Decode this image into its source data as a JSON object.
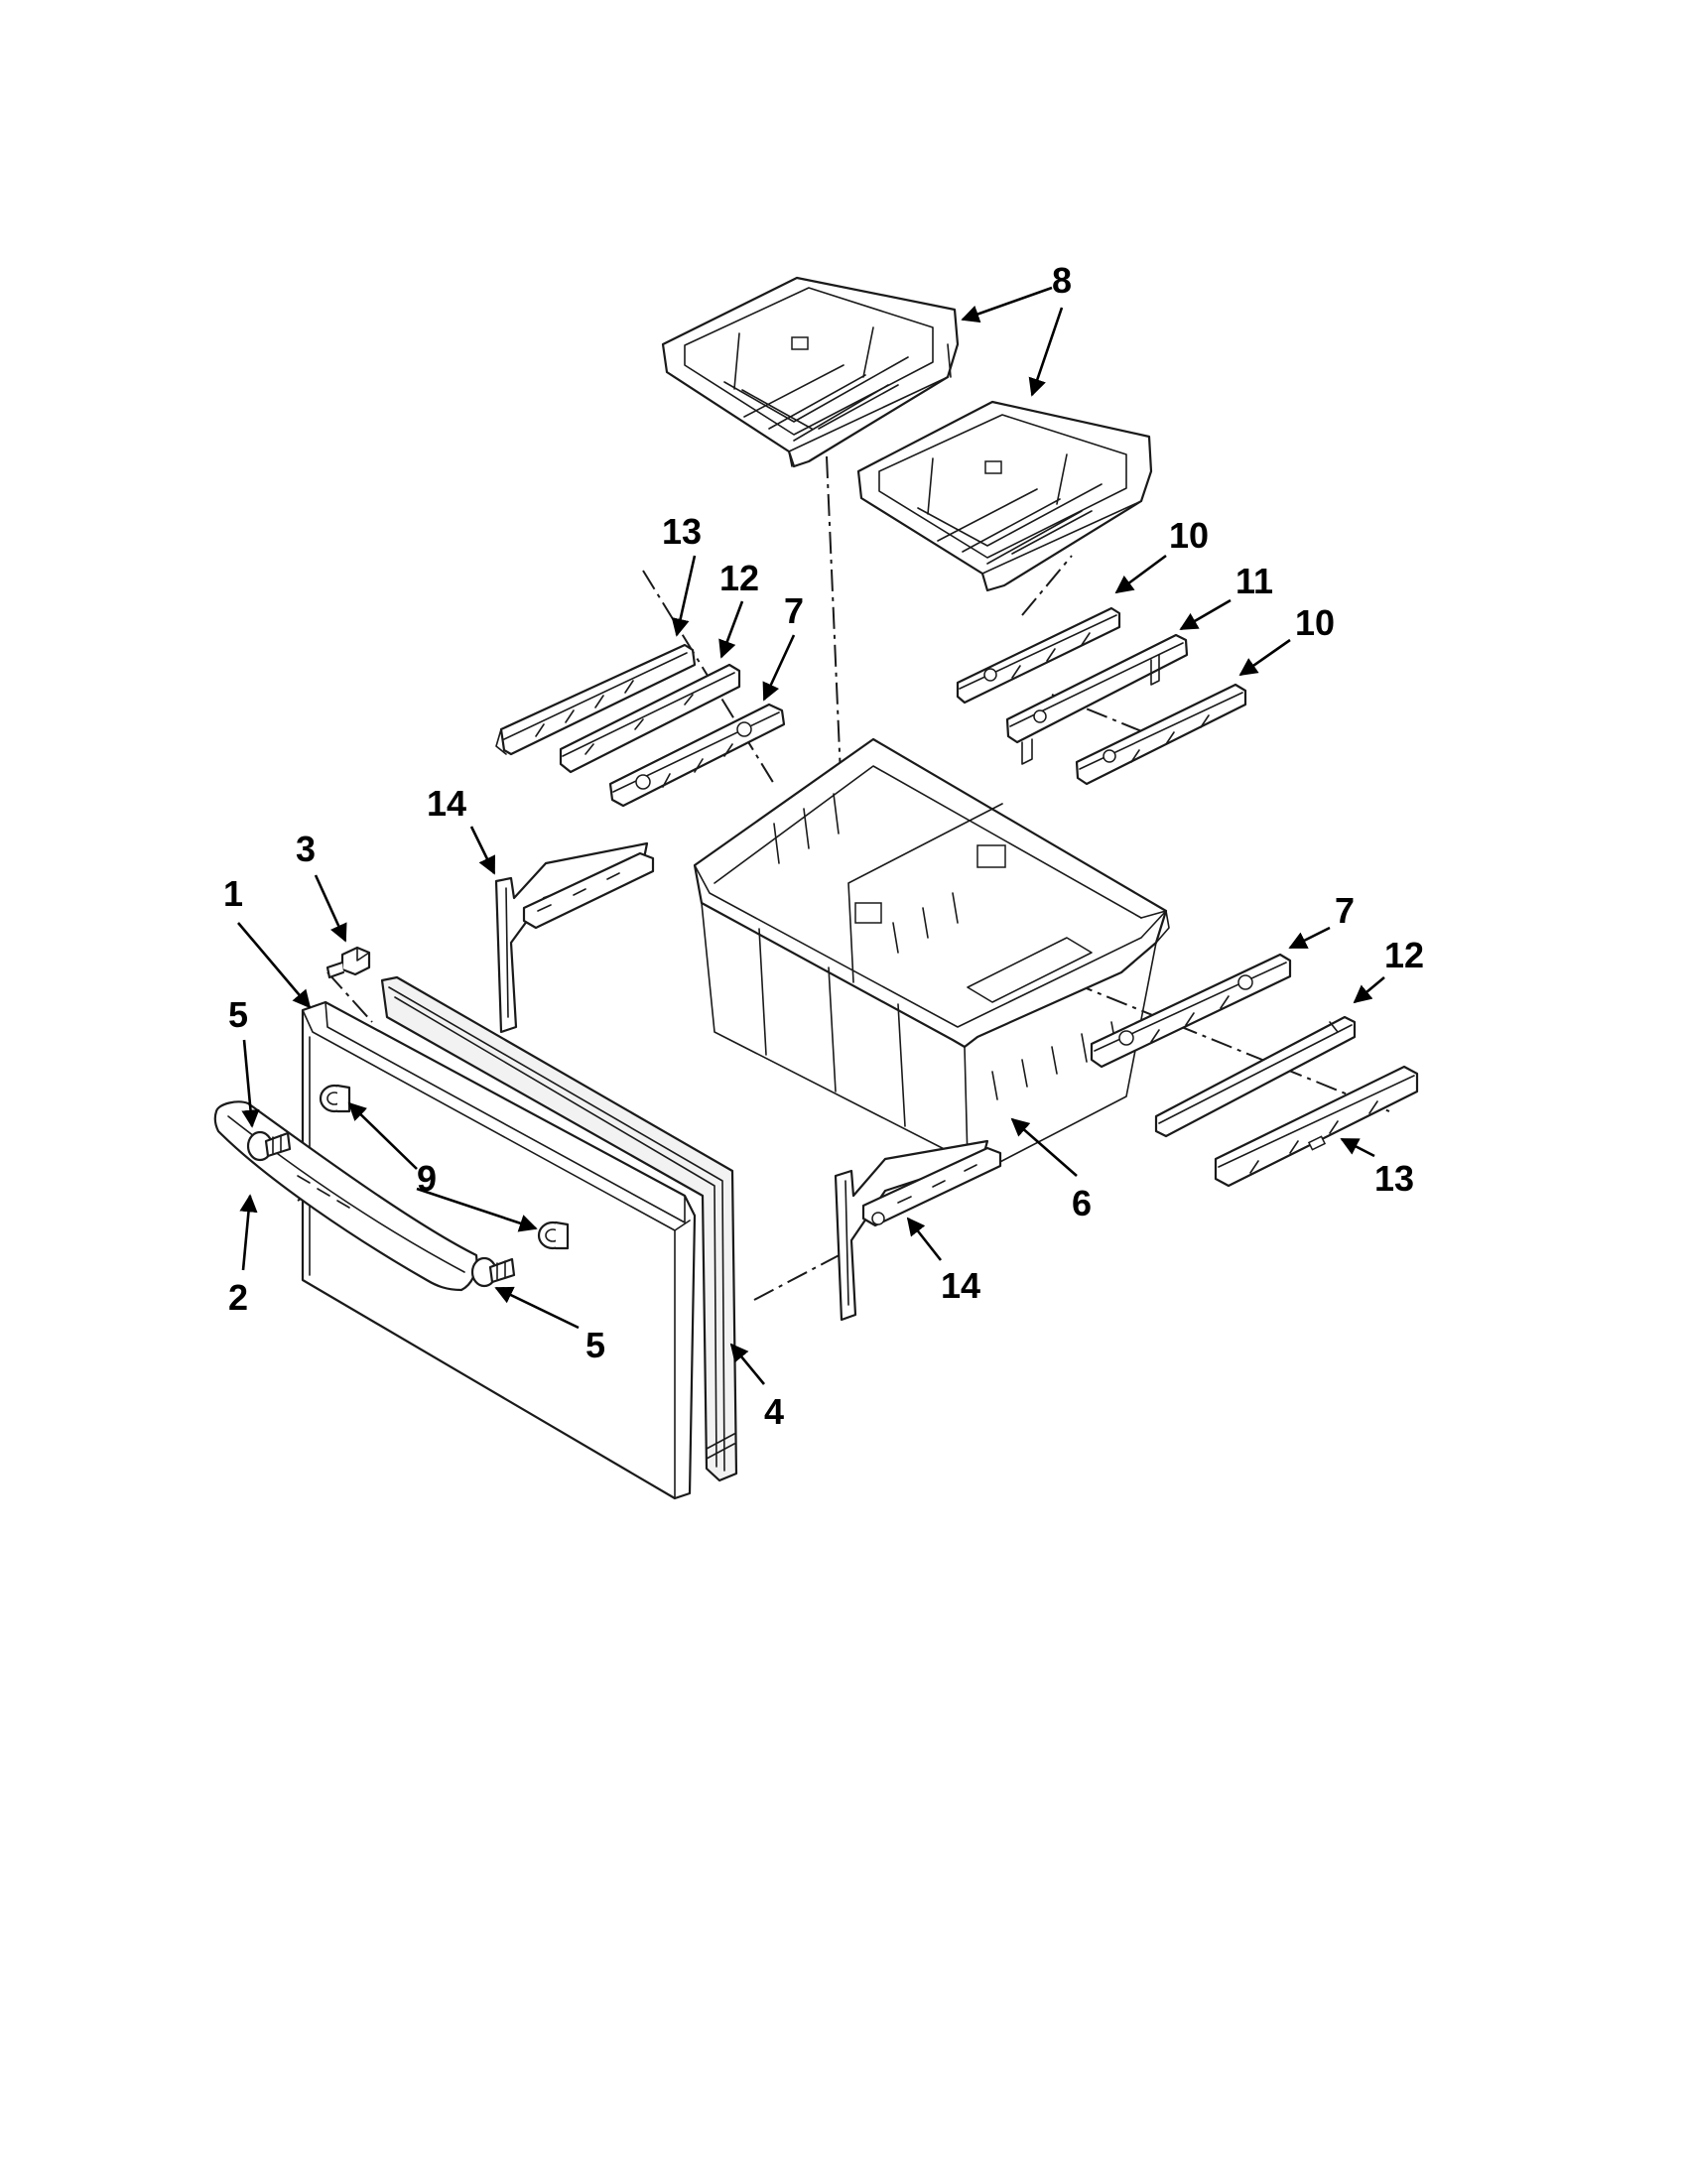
{
  "diagram": {
    "callouts": [
      "1",
      "2",
      "3",
      "4",
      "5",
      "5",
      "6",
      "7",
      "7",
      "8",
      "9",
      "10",
      "10",
      "11",
      "12",
      "12",
      "13",
      "13",
      "14",
      "14"
    ]
  }
}
